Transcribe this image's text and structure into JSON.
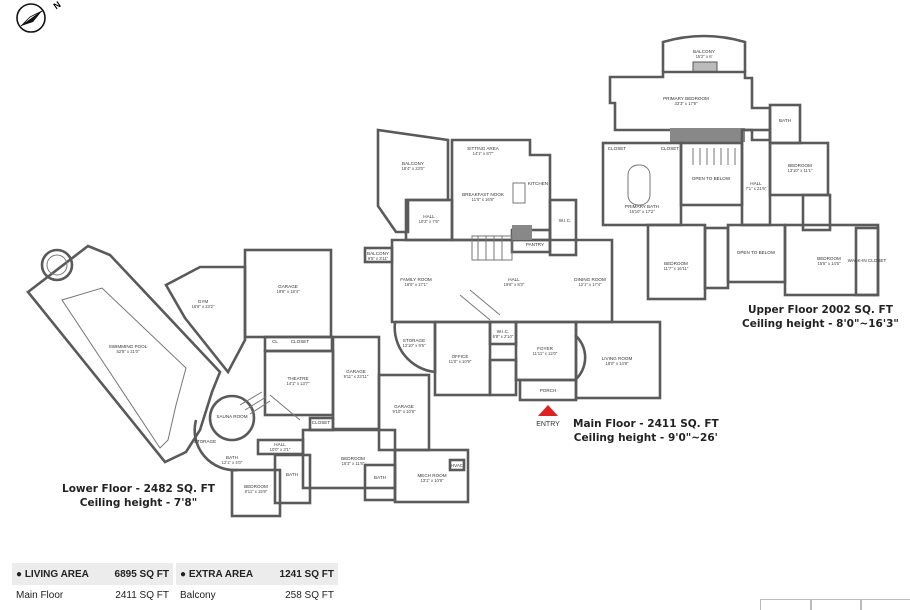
{
  "compass": {
    "icon": "compass-icon",
    "north_label": "N"
  },
  "floors": {
    "lower": {
      "title": "Lower Floor - 2482 SQ. FT",
      "ceiling": "Ceiling height - 7'8\"",
      "rooms": [
        {
          "name": "SWIMMING POOL",
          "dims": "52'8\" x 21'0\""
        },
        {
          "name": "GYM",
          "dims": "16'8\" x 23'2\""
        },
        {
          "name": "GARAGE",
          "dims": "18'8\" x 18'4\""
        },
        {
          "name": "CL",
          "dims": ""
        },
        {
          "name": "CLOSET",
          "dims": ""
        },
        {
          "name": "THEATRE",
          "dims": "14'1\" x 13'7\""
        },
        {
          "name": "GARAGE",
          "dims": "9'11\" x 23'11\""
        },
        {
          "name": "GARAGE",
          "dims": "9'10\" x 10'8\""
        },
        {
          "name": "CLOSET",
          "dims": ""
        },
        {
          "name": "SAUNA ROOM",
          "dims": ""
        },
        {
          "name": "STORAGE",
          "dims": ""
        },
        {
          "name": "BATH",
          "dims": "12'1\" x 4'0\""
        },
        {
          "name": "HALL",
          "dims": "10'0\" x 3'1\""
        },
        {
          "name": "BEDROOM",
          "dims": "8'11\" x 15'8\""
        },
        {
          "name": "BATH",
          "dims": ""
        },
        {
          "name": "BEDROOM",
          "dims": "16'3\" x 11'8\""
        },
        {
          "name": "BATH",
          "dims": ""
        },
        {
          "name": "MECH ROOM",
          "dims": "13'1\" x 10'8\""
        },
        {
          "name": "HVAC",
          "dims": ""
        }
      ]
    },
    "main": {
      "title": "Main Floor - 2411  SQ. FT",
      "ceiling": "Ceiling height - 9'0\"~26'",
      "entry_label": "ENTRY",
      "entry_color": "#e02020",
      "rooms": [
        {
          "name": "BALCONY",
          "dims": "18'4\" x 23'0\""
        },
        {
          "name": "SITTING AREA",
          "dims": "14'1\" x 8'7\""
        },
        {
          "name": "BREAKFAST NOOK",
          "dims": "11'0\" x 16'8\""
        },
        {
          "name": "KITCHEN",
          "dims": ""
        },
        {
          "name": "HALL",
          "dims": "10'3\" x 7'6\""
        },
        {
          "name": "BALCONY",
          "dims": "9'5\" x 3'11\""
        },
        {
          "name": "PANTRY",
          "dims": ""
        },
        {
          "name": "W.I.C.",
          "dims": ""
        },
        {
          "name": "FAMILY ROOM",
          "dims": "16'0\" x 17'1\""
        },
        {
          "name": "HALL",
          "dims": "19'6\" x 8'3\""
        },
        {
          "name": "DINING ROOM",
          "dims": "12'1\" x 17'4\""
        },
        {
          "name": "STORAGE",
          "dims": "12'10\" x 9'6\""
        },
        {
          "name": "OFFICE",
          "dims": "11'0\" x 10'9\""
        },
        {
          "name": "W.I.C.",
          "dims": "6'8\" x 2'10\""
        },
        {
          "name": "FOYER",
          "dims": "11'11\" x 12'0\""
        },
        {
          "name": "LIVING ROOM",
          "dims": "18'0\" x 14'8\""
        },
        {
          "name": "PORCH",
          "dims": ""
        }
      ]
    },
    "upper": {
      "title": "Upper Floor 2002 SQ. FT",
      "ceiling": "Ceiling height - 8'0\"~16'3\"",
      "rooms": [
        {
          "name": "BALCONY",
          "dims": "15'2\" x 6'"
        },
        {
          "name": "PRIMARY BEDROOM",
          "dims": "33'3\" x 17'9\""
        },
        {
          "name": "CLOSET",
          "dims": ""
        },
        {
          "name": "CLOSET",
          "dims": ""
        },
        {
          "name": "PRIMARY BATH",
          "dims": "15'10\" x 17'2\""
        },
        {
          "name": "OPEN TO BELOW",
          "dims": ""
        },
        {
          "name": "HALL",
          "dims": "7'1\" x 21'6\""
        },
        {
          "name": "BATH",
          "dims": ""
        },
        {
          "name": "BEDROOM",
          "dims": "13'10\" x 11'1\""
        },
        {
          "name": "BEDROOM",
          "dims": "11'7\" x 16'11\""
        },
        {
          "name": "OPEN TO BELOW",
          "dims": ""
        },
        {
          "name": "BEDROOM",
          "dims": "15'5\" x 14'5\""
        },
        {
          "name": "WALK-IN CLOSET",
          "dims": ""
        }
      ]
    }
  },
  "area_summary": {
    "living": {
      "label": "LIVING AREA",
      "total": "6895 SQ FT",
      "rows": [
        {
          "name": "Main Floor",
          "value": "2411 SQ FT"
        }
      ]
    },
    "extra": {
      "label": "EXTRA AREA",
      "total": "1241 SQ FT",
      "rows": [
        {
          "name": "Balcony",
          "value": "258 SQ FT"
        }
      ]
    }
  }
}
